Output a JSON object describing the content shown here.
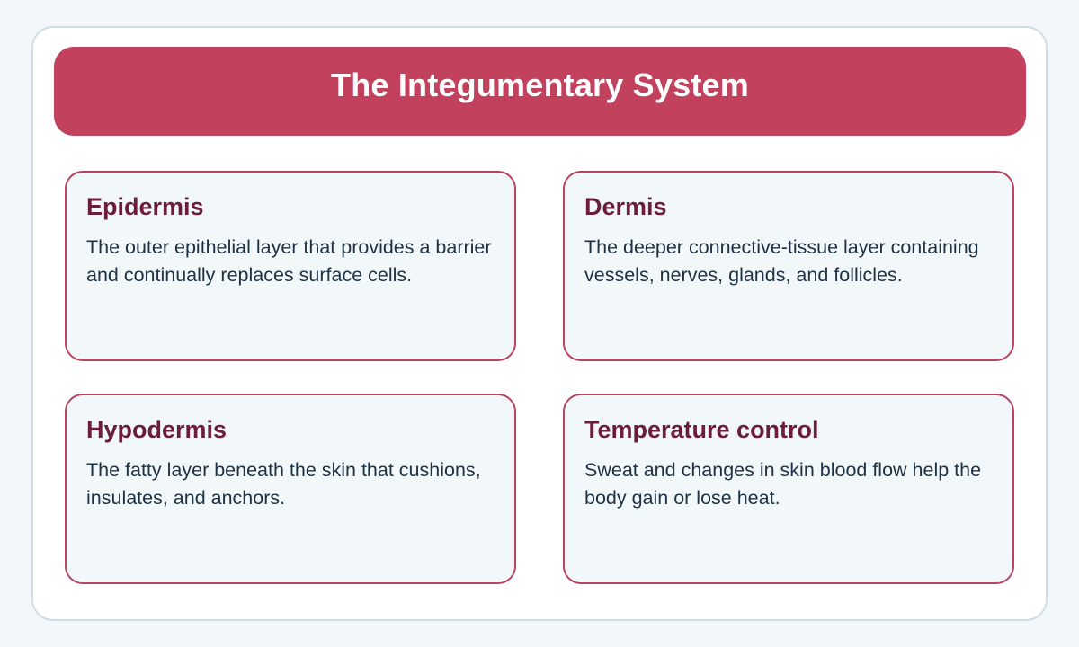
{
  "title": "The Integumentary System",
  "cards": [
    {
      "heading": "Epidermis",
      "text": "The outer epithelial layer that provides a barrier and continually replaces surface cells."
    },
    {
      "heading": "Dermis",
      "text": "The deeper connective-tissue layer containing vessels, nerves, glands, and follicles."
    },
    {
      "heading": "Hypodermis",
      "text": "The fatty layer beneath the skin that cushions, insulates, and anchors."
    },
    {
      "heading": "Temperature control",
      "text": "Sweat and changes in skin blood flow help the body gain or lose heat."
    }
  ],
  "colors": {
    "banner": "#c2425d",
    "card_border": "#b84560",
    "card_heading": "#6b1d3a",
    "card_background": "#f2f7fa",
    "frame_border": "#cfdde6"
  }
}
